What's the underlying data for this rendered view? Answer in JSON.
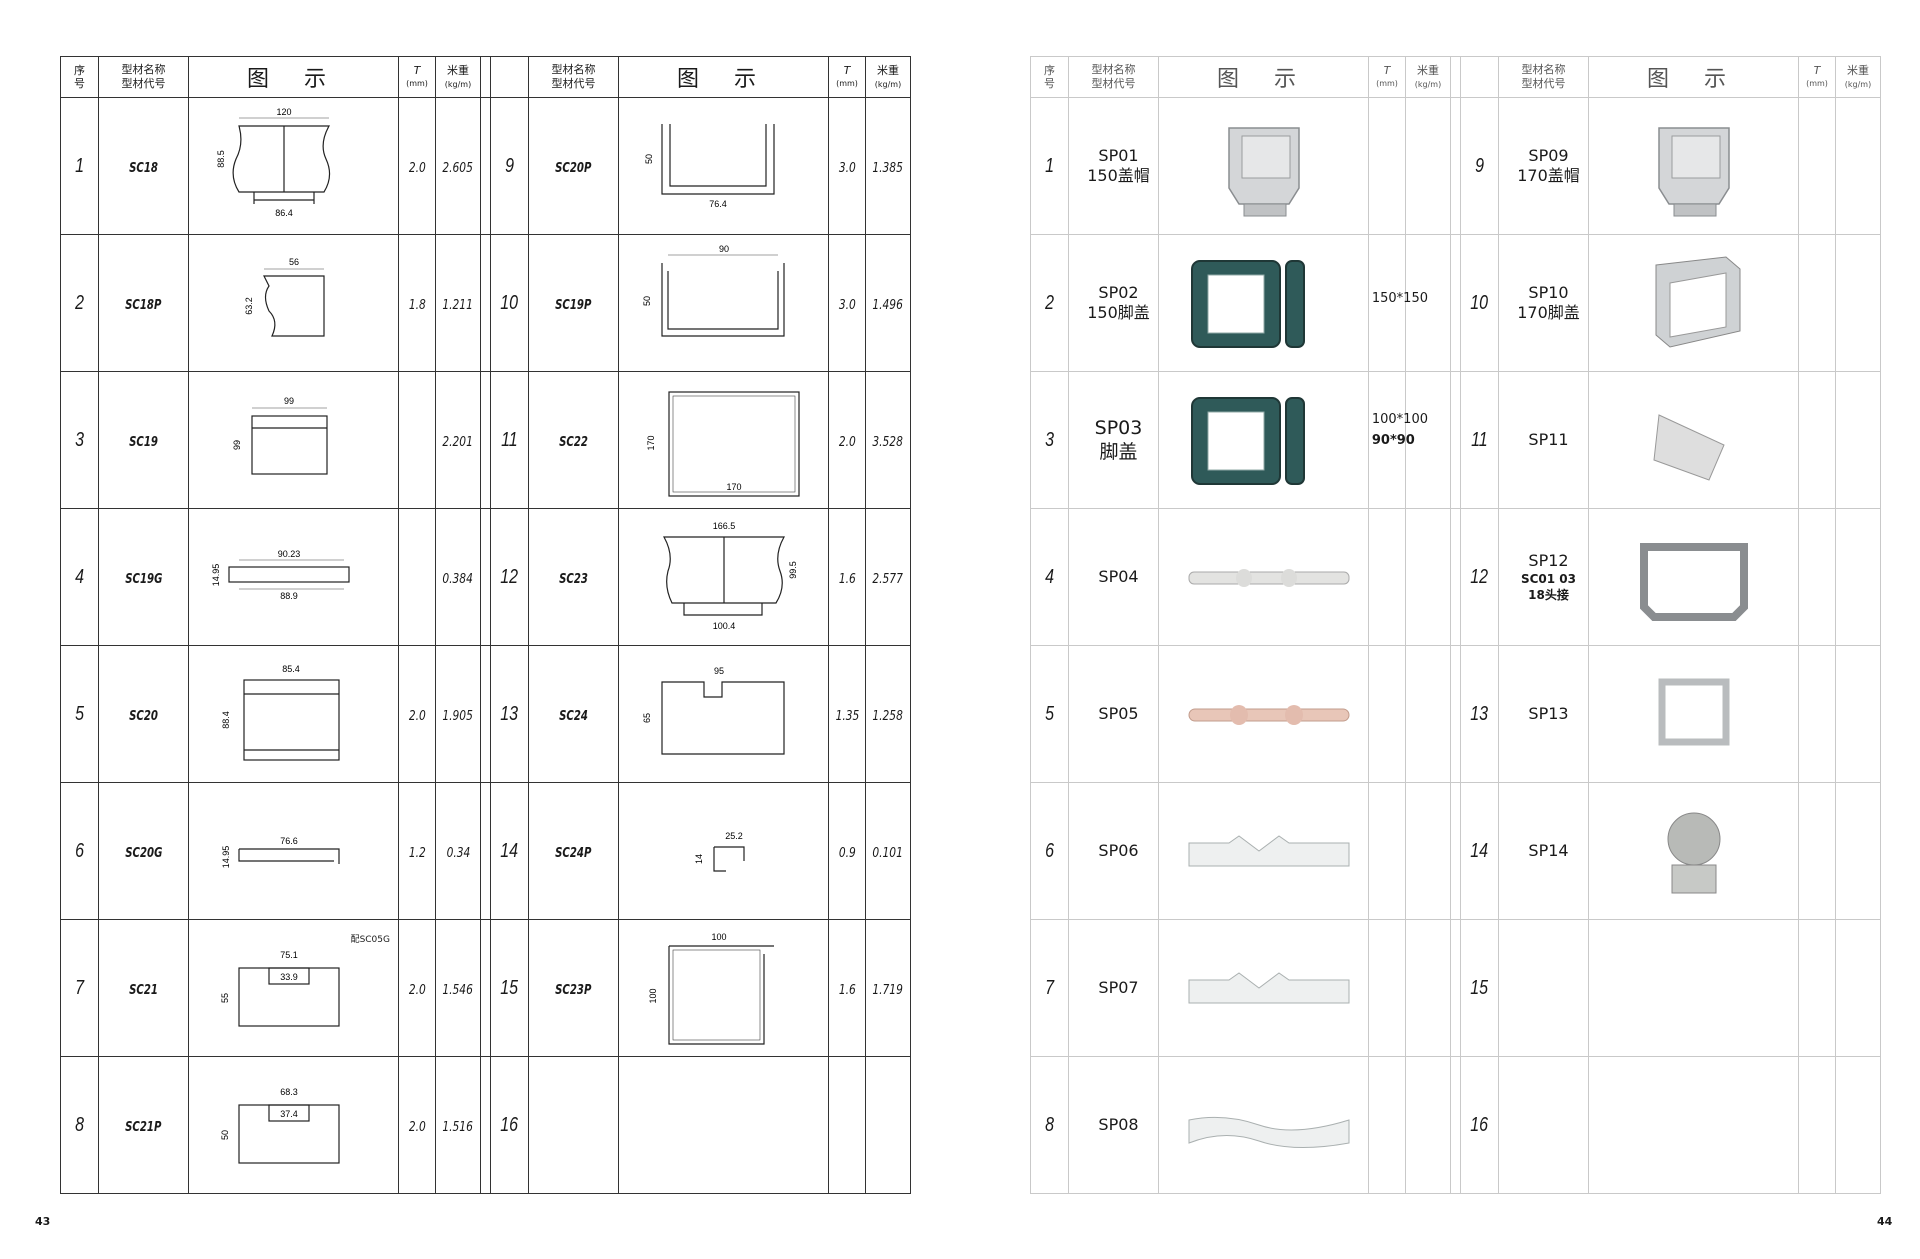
{
  "left_page": {
    "page_number": "43",
    "header": {
      "seq": "序\n号",
      "name_line1": "型材名称",
      "name_line2": "型材代号",
      "figure": "图示",
      "t": "T",
      "t_unit": "(mm)",
      "weight": "米重",
      "weight_unit": "(kg/m)"
    },
    "col1": [
      {
        "no": "1",
        "code": "SC18",
        "t": "2.0",
        "w": "2.605",
        "dims": [
          "120",
          "88.5",
          "86.4"
        ]
      },
      {
        "no": "2",
        "code": "SC18P",
        "t": "1.8",
        "w": "1.211",
        "dims": [
          "56",
          "63.2"
        ]
      },
      {
        "no": "3",
        "code": "SC19",
        "t": "",
        "w": "2.201",
        "dims": [
          "99",
          "99"
        ]
      },
      {
        "no": "4",
        "code": "SC19G",
        "t": "",
        "w": "0.384",
        "dims": [
          "90.23",
          "14.95",
          "88.9"
        ]
      },
      {
        "no": "5",
        "code": "SC20",
        "t": "2.0",
        "w": "1.905",
        "dims": [
          "85.4",
          "88.4"
        ]
      },
      {
        "no": "6",
        "code": "SC20G",
        "t": "1.2",
        "w": "0.34",
        "dims": [
          "76.6",
          "14.95"
        ]
      },
      {
        "no": "7",
        "code": "SC21",
        "t": "2.0",
        "w": "1.546",
        "dims": [
          "75.1",
          "33.9",
          "55"
        ],
        "note": "配SC05G"
      },
      {
        "no": "8",
        "code": "SC21P",
        "t": "2.0",
        "w": "1.516",
        "dims": [
          "68.3",
          "37.4",
          "50"
        ]
      }
    ],
    "col2": [
      {
        "no": "9",
        "code": "SC20P",
        "t": "3.0",
        "w": "1.385",
        "dims": [
          "50",
          "76.4"
        ]
      },
      {
        "no": "10",
        "code": "SC19P",
        "t": "3.0",
        "w": "1.496",
        "dims": [
          "90",
          "50"
        ]
      },
      {
        "no": "11",
        "code": "SC22",
        "t": "2.0",
        "w": "3.528",
        "dims": [
          "170",
          "170"
        ]
      },
      {
        "no": "12",
        "code": "SC23",
        "t": "1.6",
        "w": "2.577",
        "dims": [
          "166.5",
          "99.5",
          "100.4"
        ]
      },
      {
        "no": "13",
        "code": "SC24",
        "t": "1.35",
        "w": "1.258",
        "dims": [
          "95",
          "65"
        ]
      },
      {
        "no": "14",
        "code": "SC24P",
        "t": "0.9",
        "w": "0.101",
        "dims": [
          "25.2",
          "14"
        ]
      },
      {
        "no": "15",
        "code": "SC23P",
        "t": "1.6",
        "w": "1.719",
        "dims": [
          "100",
          "100"
        ]
      },
      {
        "no": "16",
        "code": "",
        "t": "",
        "w": "",
        "dims": []
      }
    ]
  },
  "right_page": {
    "page_number": "44",
    "col1": [
      {
        "no": "1",
        "name_lines": [
          "SP01",
          "150盖帽"
        ],
        "side": ""
      },
      {
        "no": "2",
        "name_lines": [
          "SP02",
          "150脚盖"
        ],
        "side": "150*150"
      },
      {
        "no": "3",
        "name_lines": [
          "SP03",
          "脚盖"
        ],
        "side": "100*100",
        "side2": "90*90"
      },
      {
        "no": "4",
        "name_lines": [
          "SP04"
        ],
        "side": ""
      },
      {
        "no": "5",
        "name_lines": [
          "SP05"
        ],
        "side": ""
      },
      {
        "no": "6",
        "name_lines": [
          "SP06"
        ],
        "side": ""
      },
      {
        "no": "7",
        "name_lines": [
          "SP07"
        ],
        "side": ""
      },
      {
        "no": "8",
        "name_lines": [
          "SP08"
        ],
        "side": ""
      }
    ],
    "col2": [
      {
        "no": "9",
        "name_lines": [
          "SP09",
          "170盖帽"
        ]
      },
      {
        "no": "10",
        "name_lines": [
          "SP10",
          "170脚盖"
        ]
      },
      {
        "no": "11",
        "name_lines": [
          "SP11"
        ]
      },
      {
        "no": "12",
        "name_lines": [
          "SP12",
          "SC01 03",
          "18头接"
        ]
      },
      {
        "no": "13",
        "name_lines": [
          "SP13"
        ]
      },
      {
        "no": "14",
        "name_lines": [
          "SP14"
        ]
      },
      {
        "no": "15",
        "name_lines": []
      },
      {
        "no": "16",
        "name_lines": []
      }
    ]
  }
}
